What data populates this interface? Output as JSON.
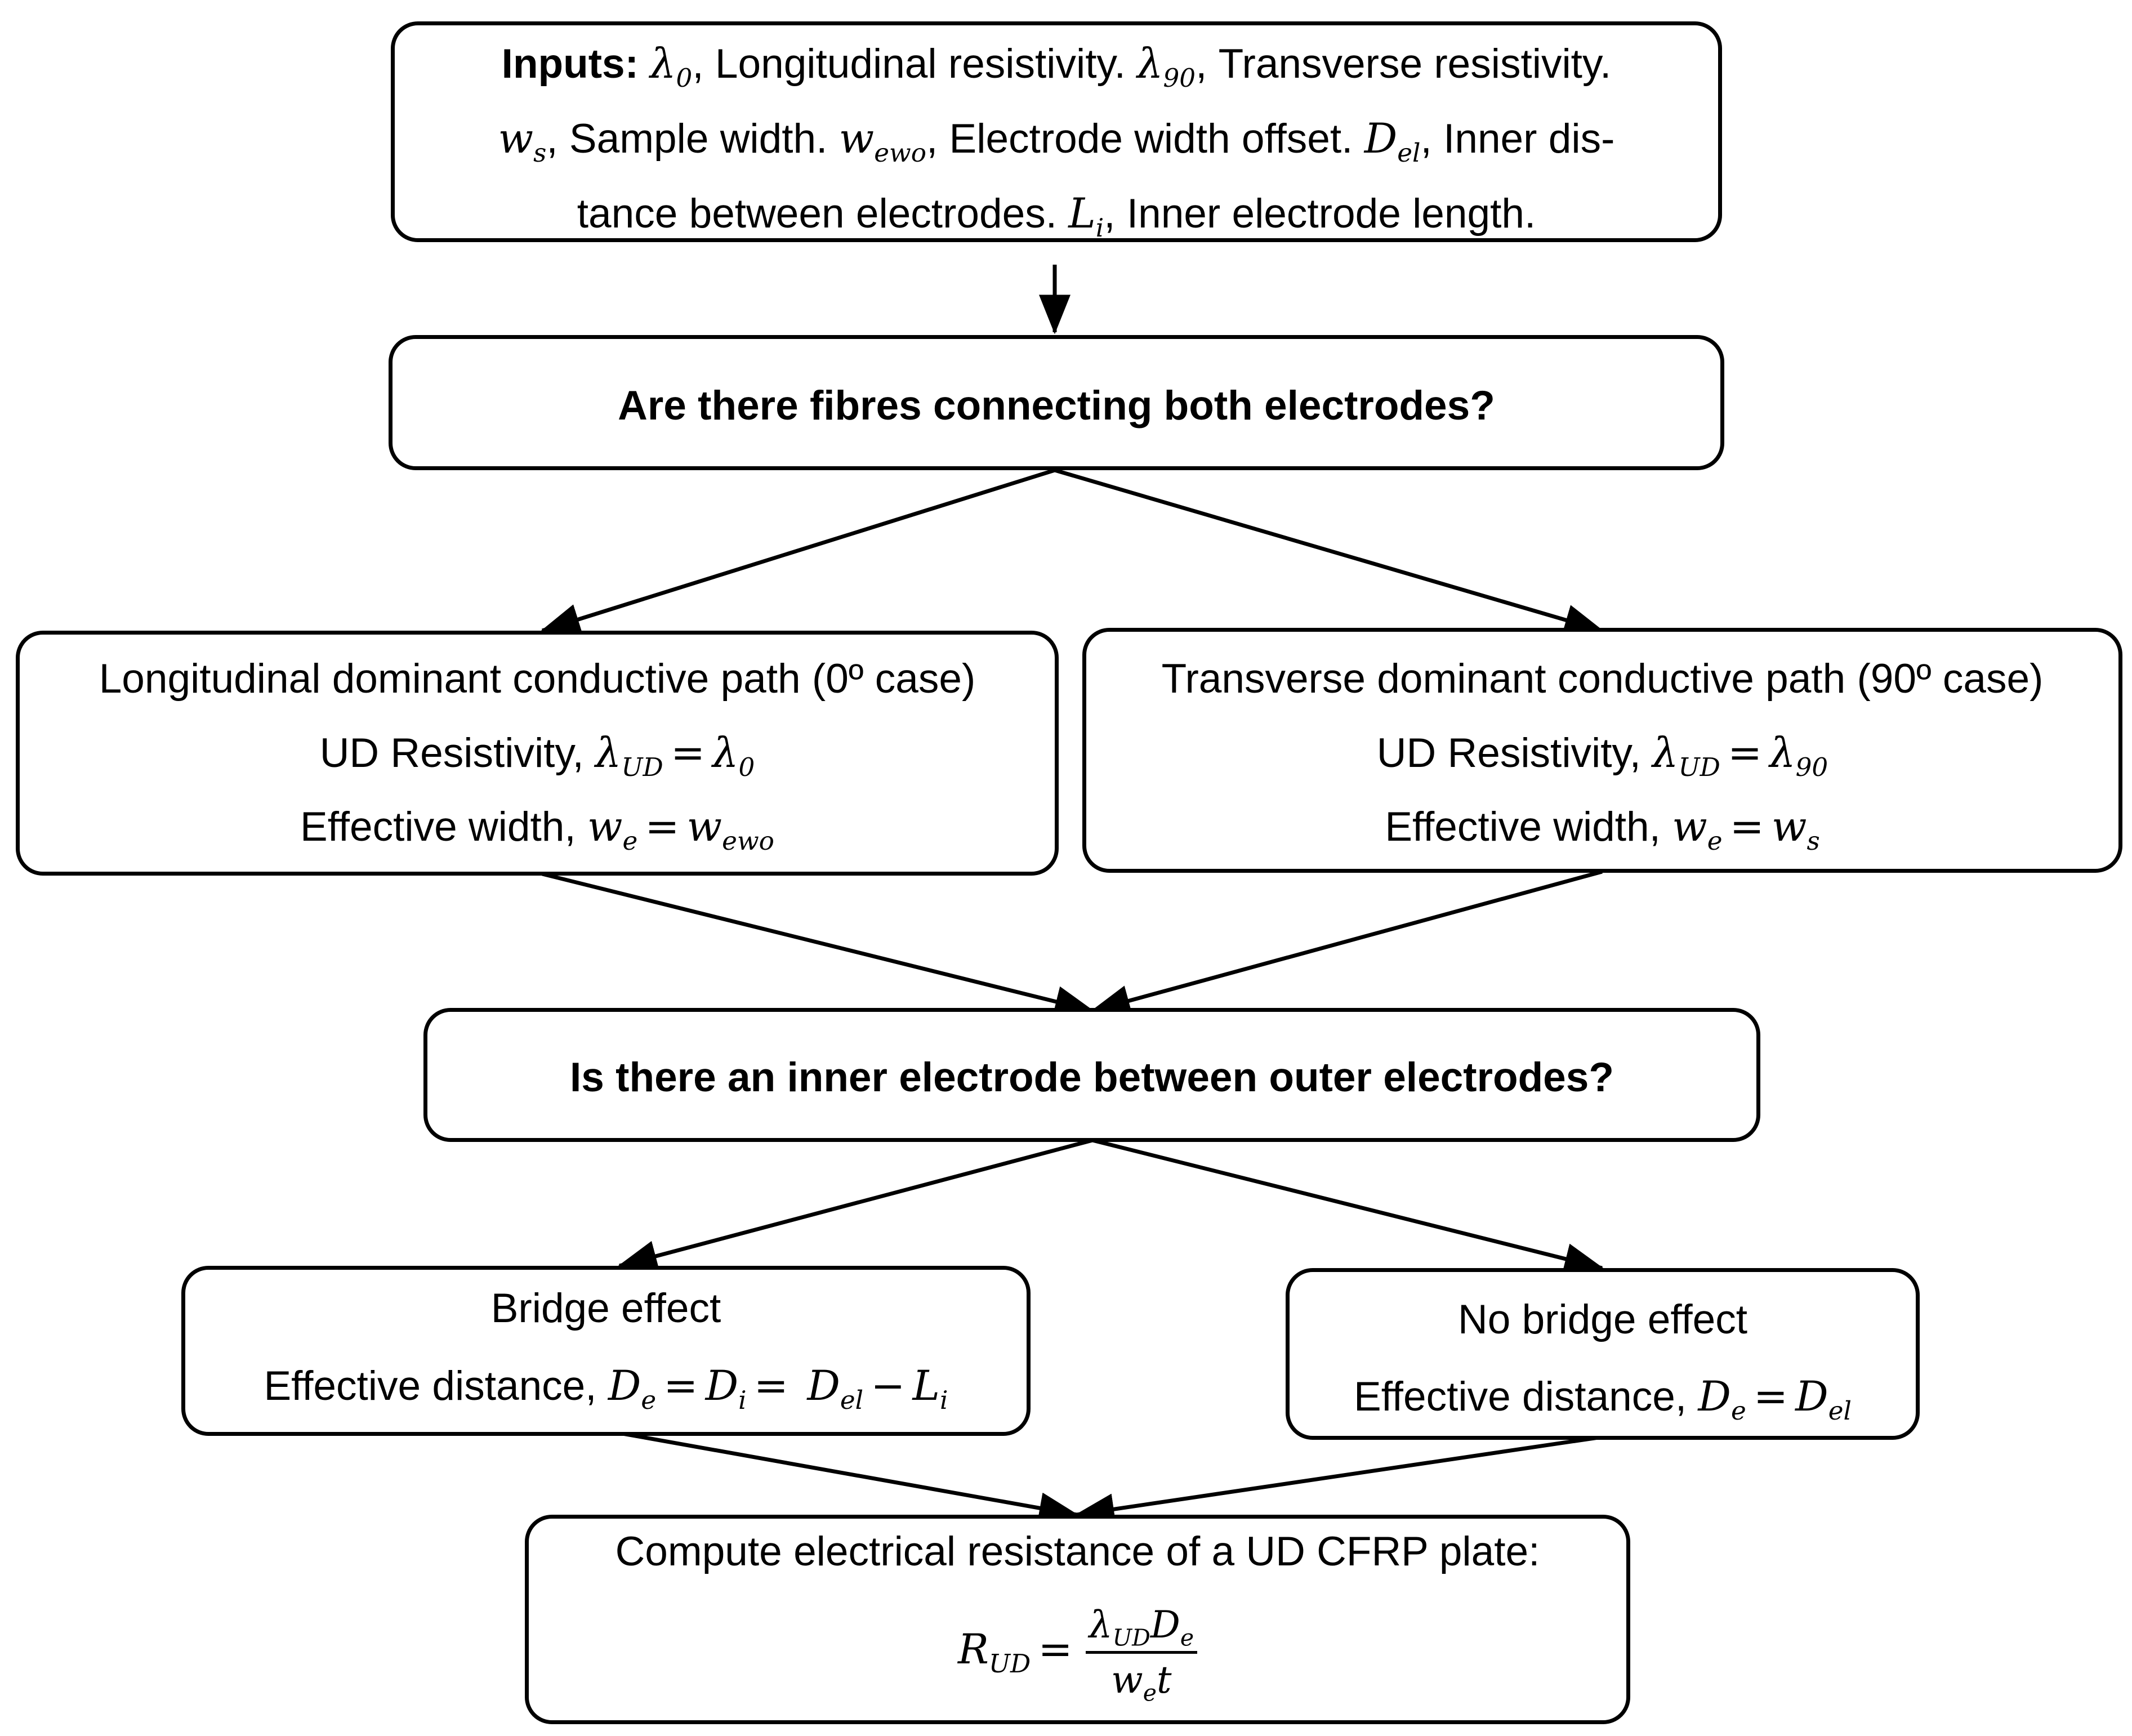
{
  "inputs": {
    "label": "Inputs:",
    "lambda0_desc": ", Longitudinal resistivity.",
    "lambda90_desc": ", Transverse resistivity.",
    "ws_desc": ", Sample width.",
    "wewo_desc": ", Electrode width offset.",
    "del_desc": ", Inner dis-",
    "line3_start": "tance between electrodes.",
    "li_desc": ", Inner electrode length."
  },
  "question1": {
    "text": "Are there fibres connecting both electrodes?"
  },
  "longitudinal": {
    "title": "Longitudinal dominant conductive path (0º case)",
    "resistivity_label": "UD Resistivity,",
    "width_label": "Effective width,"
  },
  "transverse": {
    "title": "Transverse dominant conductive path (90º case)",
    "resistivity_label": "UD Resistivity,",
    "width_label": "Effective width,"
  },
  "question2": {
    "text": "Is there an inner electrode between outer electrodes?"
  },
  "bridge": {
    "title": "Bridge effect",
    "distance_label": "Effective distance,"
  },
  "no_bridge": {
    "title": "No bridge effect",
    "distance_label": "Effective distance,"
  },
  "compute": {
    "title": "Compute electrical resistance of a UD CFRP plate:"
  },
  "colors": {
    "stroke": "#000000",
    "background": "#ffffff"
  }
}
